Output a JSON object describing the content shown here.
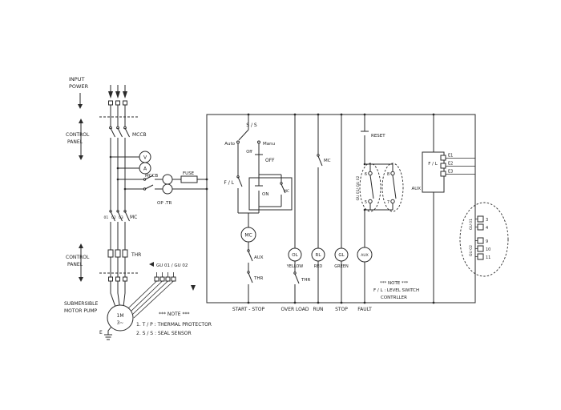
{
  "power": {
    "input_power_line1": "INPUT",
    "input_power_line2": "POWER",
    "control_panel_top_line1": "CONTROL",
    "control_panel_top_line2": "PANEL",
    "mccb_main": "MCCB",
    "voltmeter": "V",
    "ammeter": "A",
    "mccb_control": "MCCB",
    "fuse": "FUSE",
    "op_tr": "OP .TR",
    "wire_01": "01",
    "wire_02": "02",
    "wire_03": "03",
    "mc_contactor": "MC",
    "thr": "THR",
    "gu_ref": "GU 01 / GU 02",
    "control_panel_bottom_line1": "CONTROL",
    "control_panel_bottom_line2": "PANEL",
    "pump_line1": "SUBMERSIBLE",
    "pump_line2": "MOTOR PUMP",
    "motor_line1": "1M",
    "motor_line2": "3~",
    "earth": "E"
  },
  "control": {
    "selector_title": "S / S",
    "selector_auto": "Auto",
    "selector_off": "Off",
    "selector_manu": "Manu",
    "off_button": "OFF",
    "fl_contact": "F / L",
    "on_button": "ON",
    "mc_holding": "MC",
    "mc_coil": "MC",
    "aux_contact": "AUX",
    "thr_contact_a": "THR",
    "mc_run_contact": "MC",
    "reset_button": "RESET",
    "lamp_ol": "OL",
    "lamp_ol_color": "YELLOW",
    "thr_contact_b": "THR",
    "lamp_rl": "RL",
    "lamp_rl_color": "RED",
    "lamp_gl": "GL",
    "lamp_gl_color": "GREEN",
    "aux_relay": "AUX",
    "gu_group_label": "GU 01/ GU 02",
    "gu_terminal_6": "6",
    "gu_terminal_5": "5",
    "gu_terminal_8": "8",
    "gu_terminal_7": "7",
    "fl_controller": "F / L",
    "fl_aux": "AUX",
    "terminal_e1": "E1",
    "terminal_e2": "E2",
    "terminal_e3": "E3",
    "right_gu01": "GU 01",
    "right_gu02": "GU 02",
    "terminal_3": "3",
    "terminal_4": "4",
    "terminal_9": "9",
    "terminal_10": "10",
    "terminal_11": "11",
    "footer_start_stop": "START - STOP",
    "footer_over_load": "OVER LOAD",
    "footer_run": "RUN",
    "footer_stop": "STOP",
    "footer_fault": "FAULT"
  },
  "notes_left": {
    "title": "*** NOTE ***",
    "line1": "1. T / P : THERMAL PROTECTOR",
    "line2": "2. S / S : SEAL SENSOR"
  },
  "notes_right": {
    "title": "*** NOTE ***",
    "line1": "F / L : LEVEL SWITCH",
    "line2": "CONTRLLER"
  }
}
